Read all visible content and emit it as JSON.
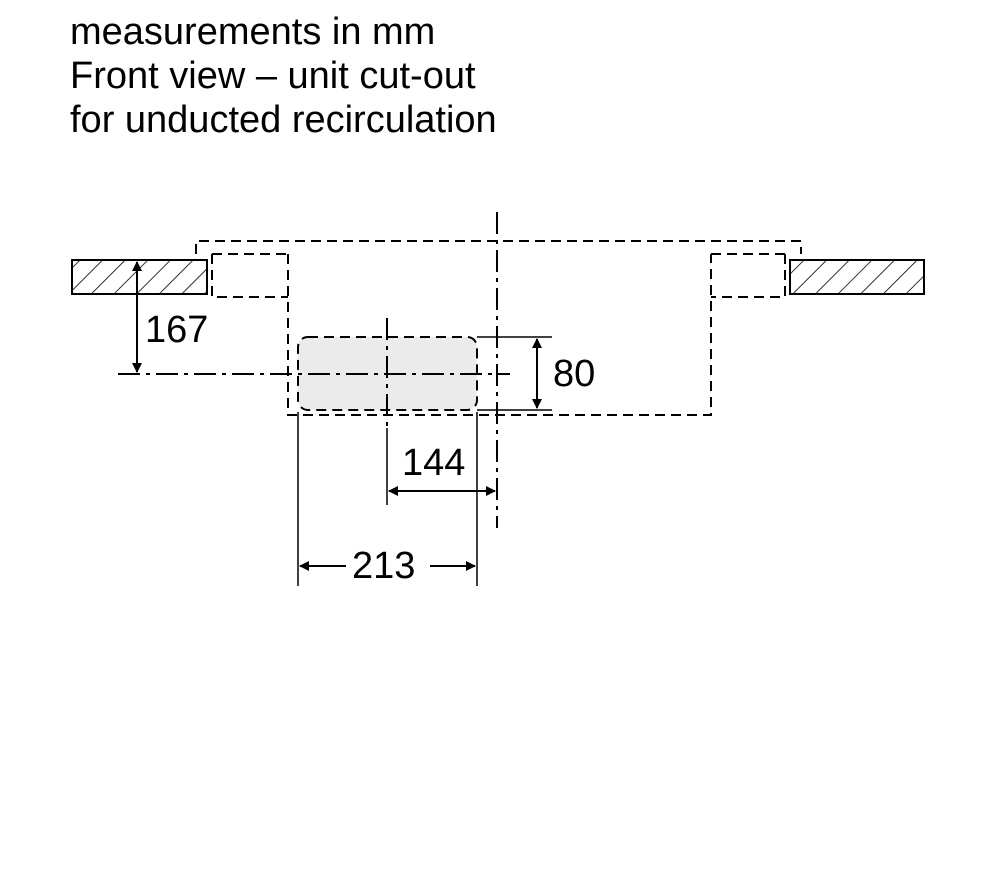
{
  "title": {
    "line1": "measurements in mm",
    "line2": "Front view – unit cut-out",
    "line3": "for unducted recirculation"
  },
  "dimensions": {
    "height_below_worktop": "167",
    "cutout_height": "80",
    "offset_center": "144",
    "cutout_width": "213"
  },
  "colors": {
    "line": "#000000",
    "cutout_fill": "#ebebeb"
  }
}
